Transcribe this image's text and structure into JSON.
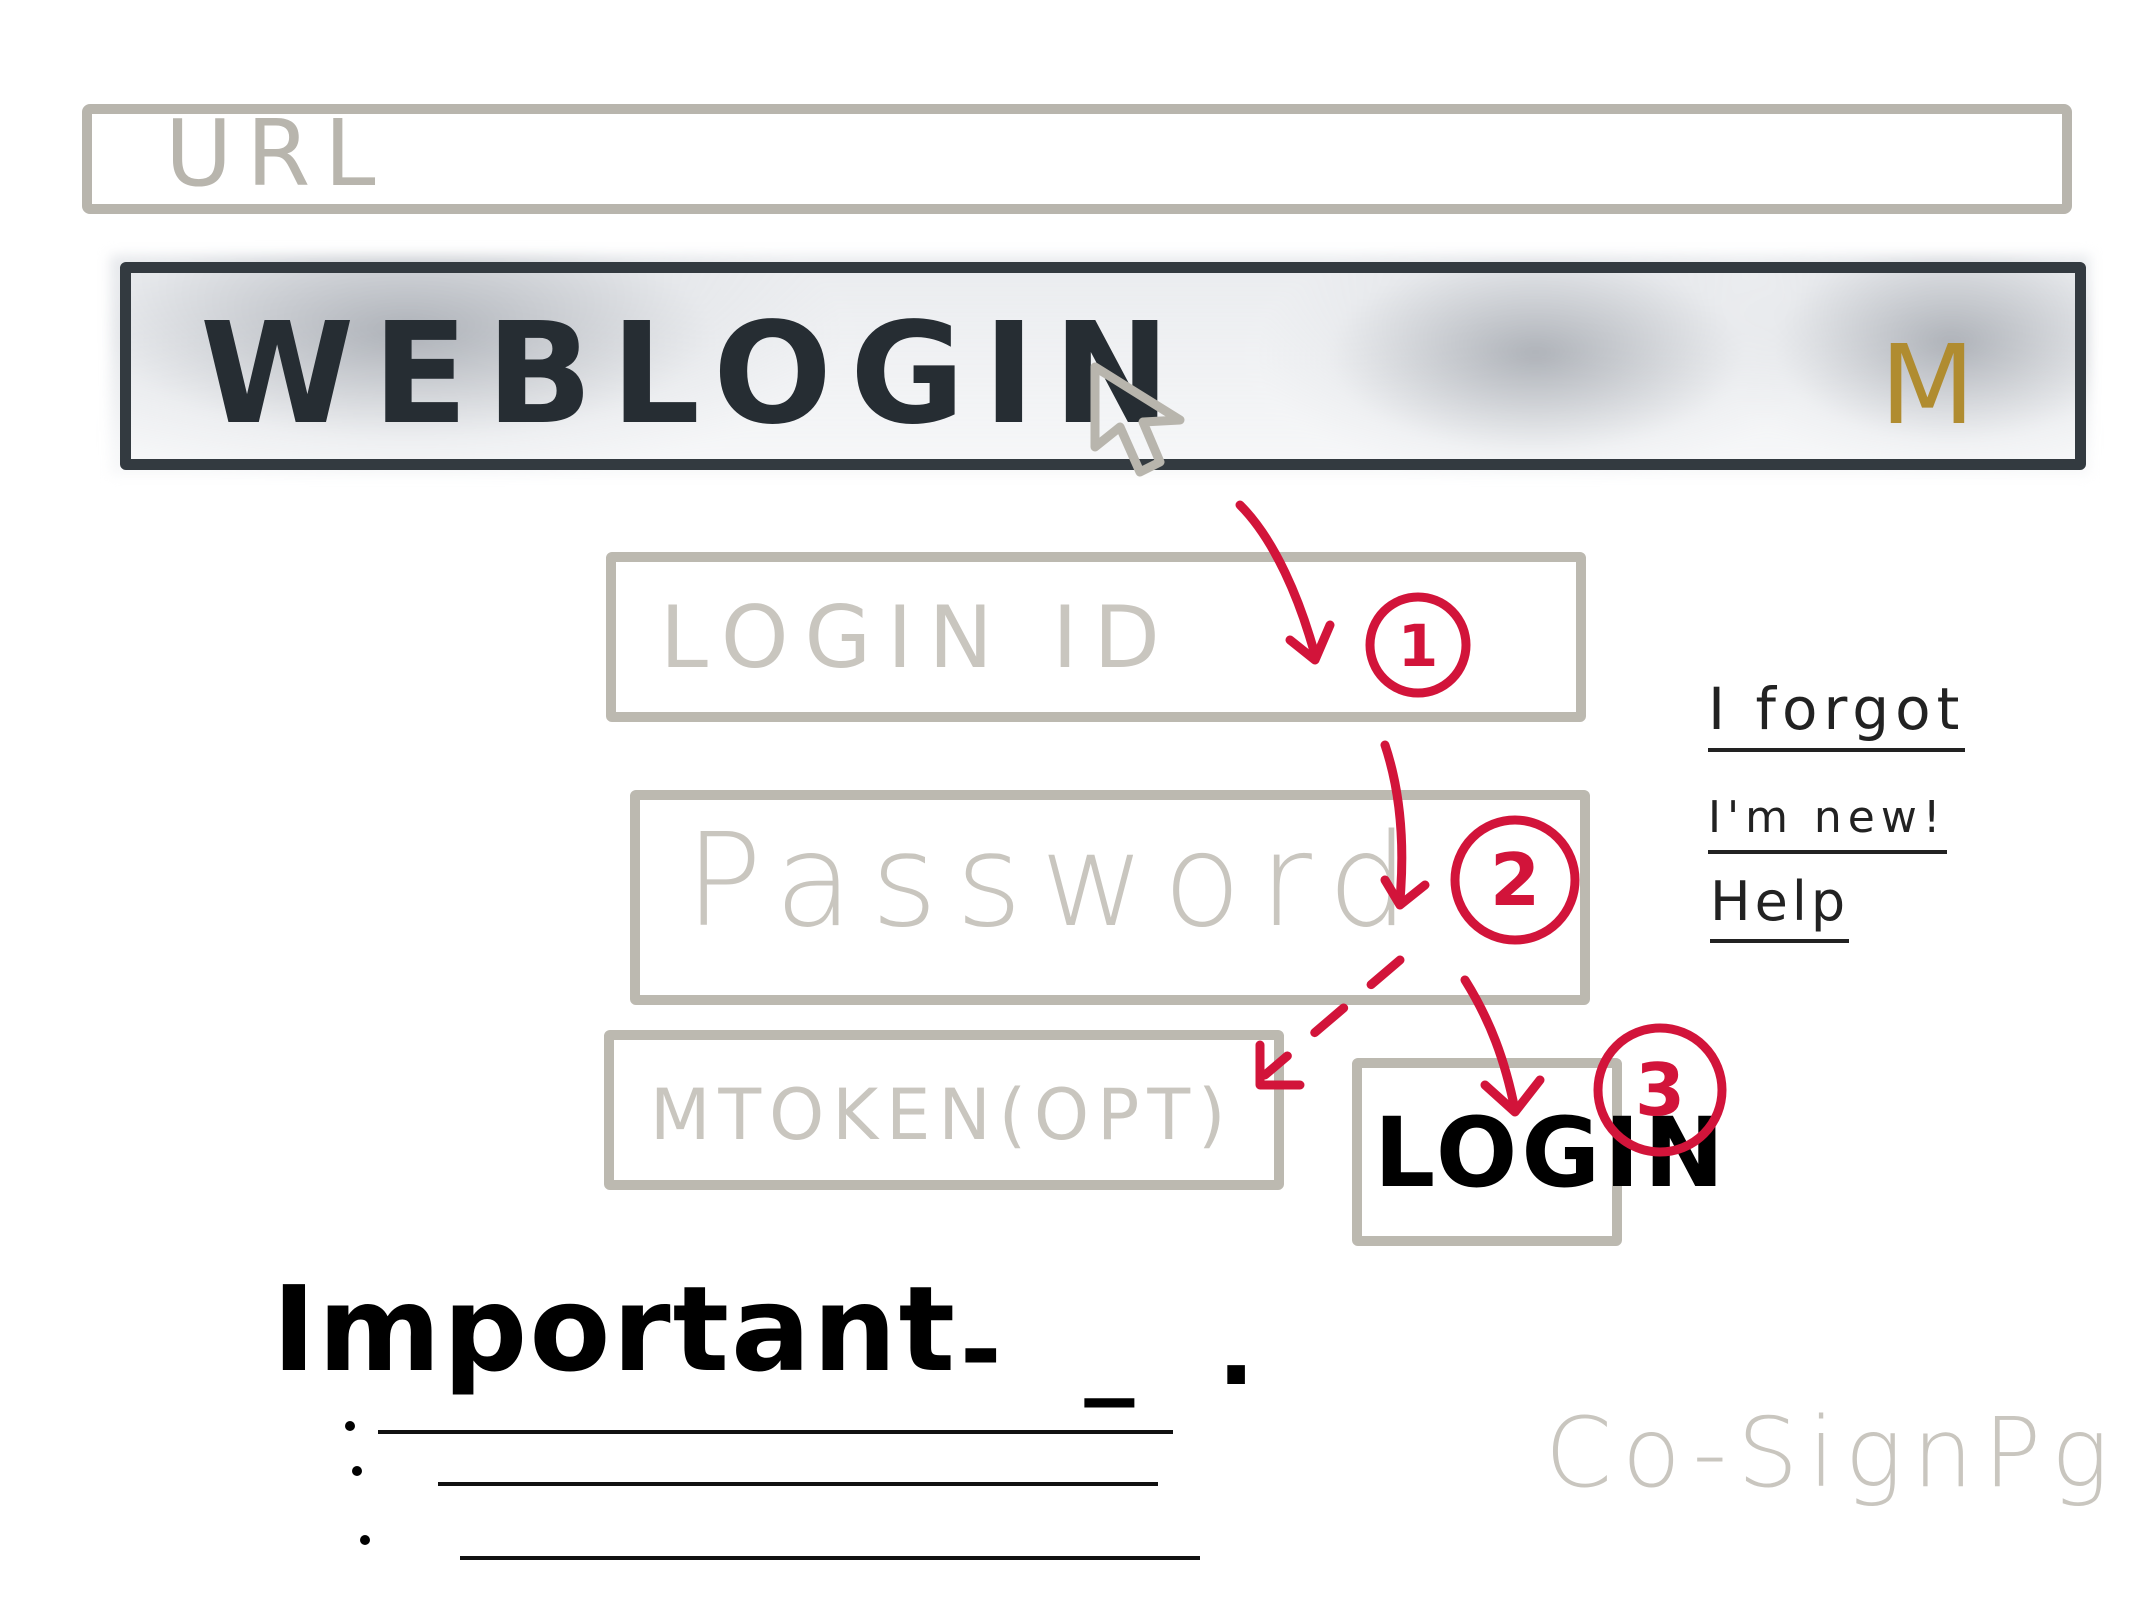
{
  "browser": {
    "url_label": "URL"
  },
  "header": {
    "title": "WEBLOGIN",
    "avatar_letter": "M"
  },
  "form": {
    "login_id_placeholder": "LOGIN ID",
    "password_placeholder": "Password",
    "mtoken_placeholder": "MTOKEN(OPT)",
    "login_button": "LOGIN"
  },
  "side_links": {
    "forgot": "I forgot",
    "new": "I'm new!",
    "help": "Help"
  },
  "important": {
    "heading": "Important",
    "suffix": "- _ ."
  },
  "steps": [
    "1",
    "2",
    "3"
  ],
  "footer_label": "Co-SignPg",
  "colors": {
    "sketch_gray": "#bcb9b0",
    "header_dark": "#333a40",
    "annotation_red": "#d2143a",
    "avatar_gold": "#b08c30"
  },
  "icons": {
    "cursor": "cursor-icon"
  }
}
